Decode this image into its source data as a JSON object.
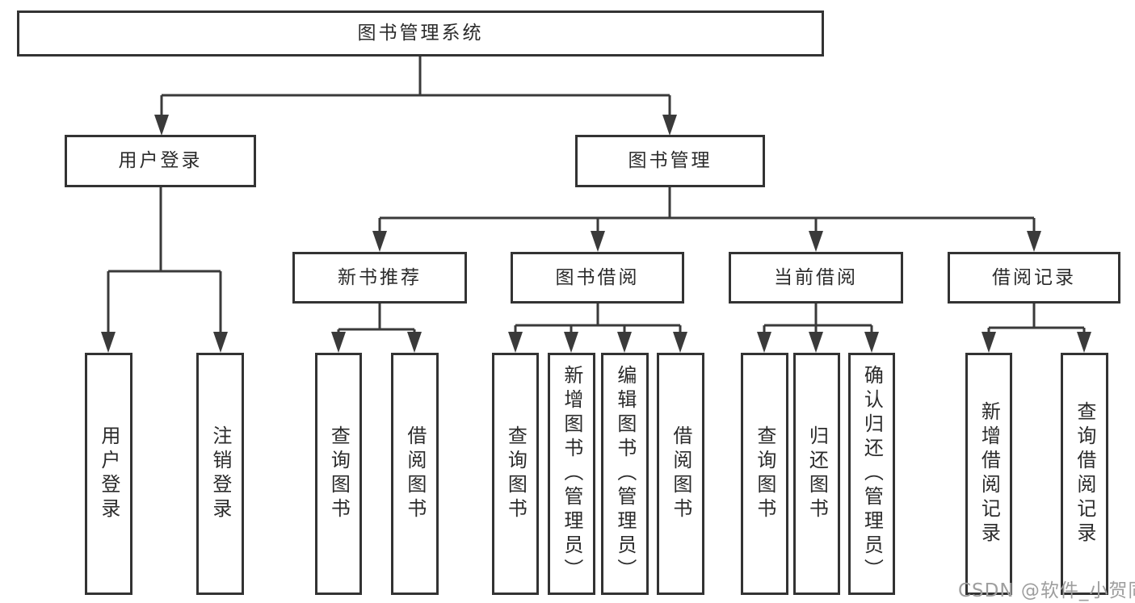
{
  "diagram": {
    "root_label": "图书管理系统",
    "user_login": {
      "label": "用户登录",
      "children": [
        {
          "label": "用户登录"
        },
        {
          "label": "注销登录"
        }
      ]
    },
    "book_management": {
      "label": "图书管理",
      "children": [
        {
          "label": "新书推荐",
          "children": [
            {
              "label": "查询图书"
            },
            {
              "label": "借阅图书"
            }
          ]
        },
        {
          "label": "图书借阅",
          "children": [
            {
              "label": "查询图书"
            },
            {
              "label": "新增图书（管理员）"
            },
            {
              "label": "编辑图书（管理员）"
            },
            {
              "label": "借阅图书"
            }
          ]
        },
        {
          "label": "当前借阅",
          "children": [
            {
              "label": "查询图书"
            },
            {
              "label": "归还图书"
            },
            {
              "label": "确认归还（管理员）"
            }
          ]
        },
        {
          "label": "借阅记录",
          "children": [
            {
              "label": "新增借阅记录"
            },
            {
              "label": "查询借阅记录"
            }
          ]
        }
      ]
    }
  },
  "watermark": {
    "text": "CSDN @软件_小贺同学"
  },
  "colors": {
    "line": "#3a3a3a",
    "border": "#333333",
    "text": "#2b2b2b",
    "background": "#ffffff",
    "watermark": "#9e9e9e"
  }
}
